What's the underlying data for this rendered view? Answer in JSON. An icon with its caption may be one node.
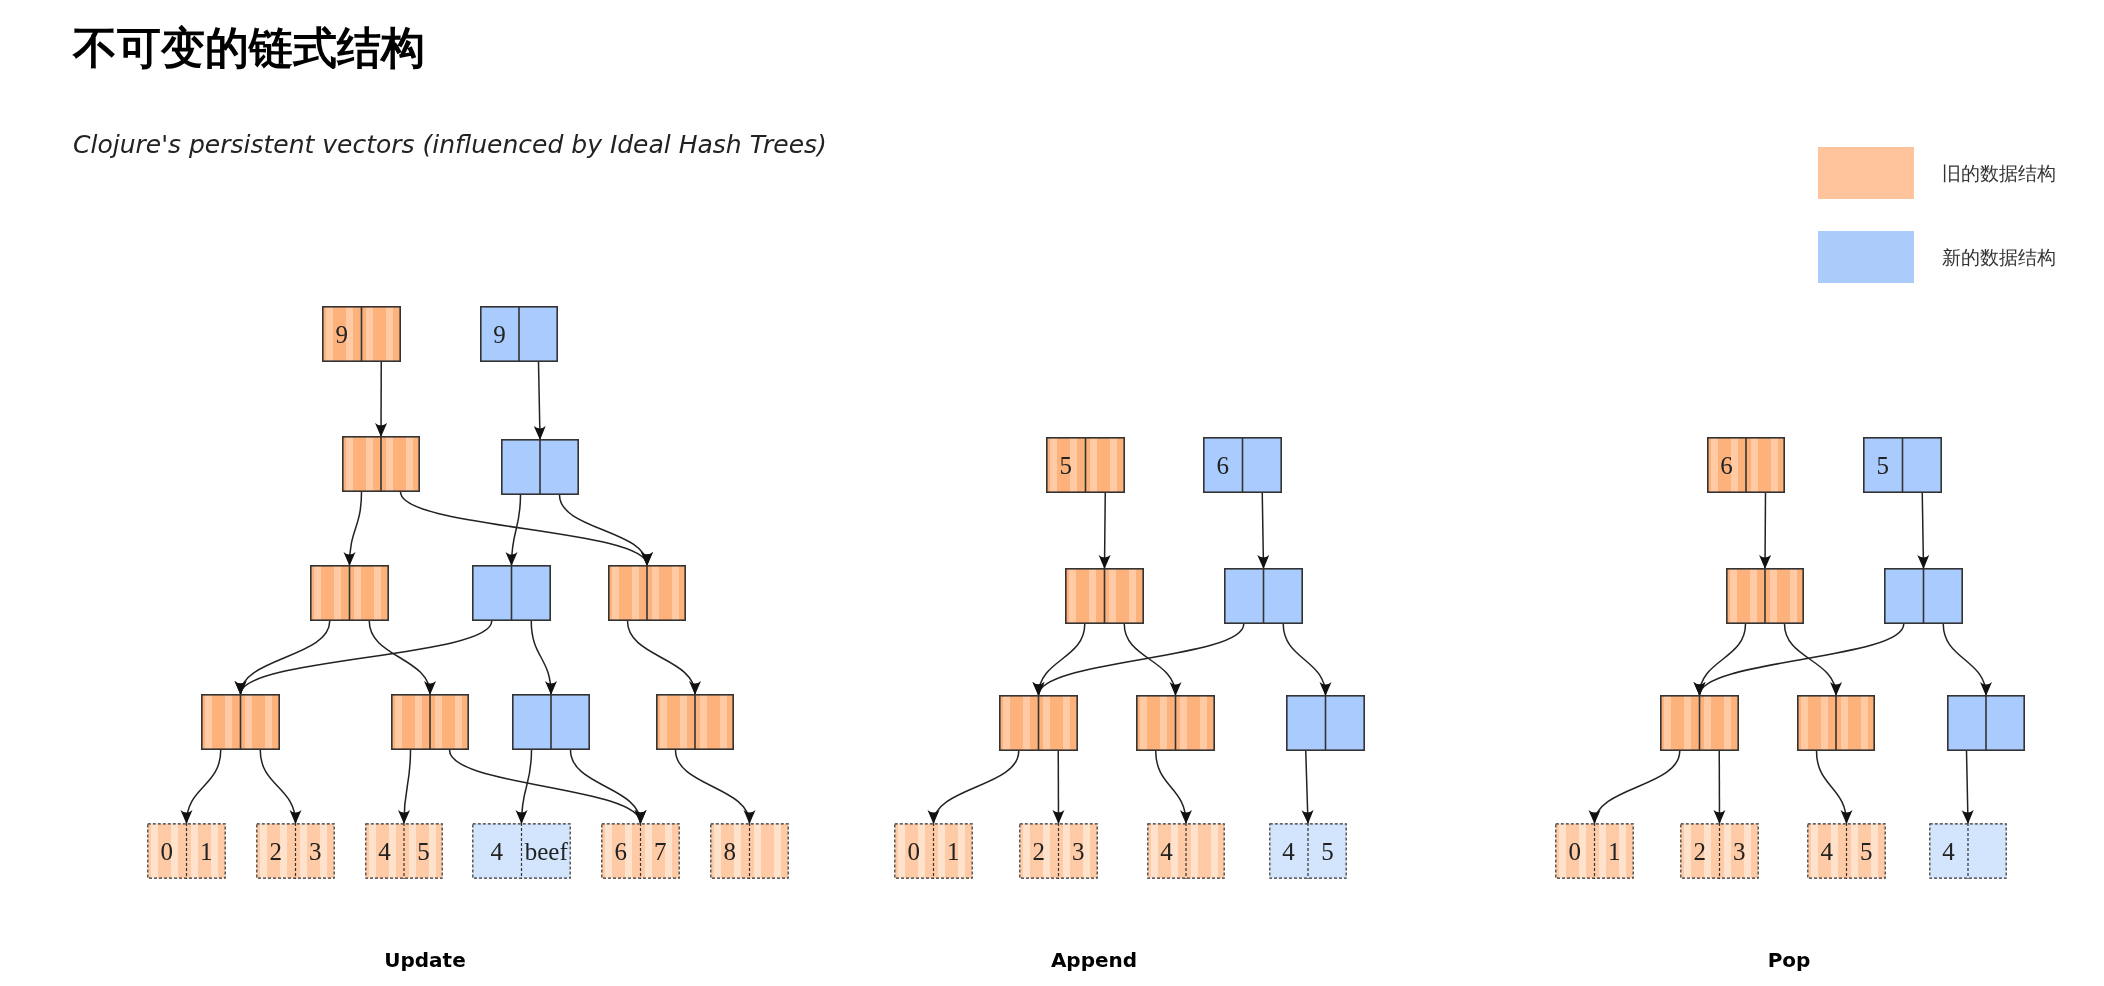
{
  "diagram": {
    "title": "不可变的链式结构",
    "nodes": [
      {
        "text": [
          "9"
        ]
      },
      {
        "text": [
          "9"
        ]
      },
      {
        "text": [],
        "shape": "box"
      },
      {
        "text": [],
        "shape": "box"
      },
      {
        "text": [],
        "shape": "box"
      },
      {
        "text": [],
        "shape": "box"
      },
      {
        "text": [],
        "shape": "box"
      },
      {
        "text": [],
        "shape": "box"
      },
      {
        "text": [],
        "shape": "box"
      },
      {
        "text": [],
        "shape": "box"
      },
      {
        "text": [],
        "shape": "box"
      },
      {
        "text": [
          "0",
          "1"
        ]
      },
      {
        "text": [
          "2",
          "3"
        ]
      },
      {
        "text": [
          "4",
          "5"
        ]
      },
      {
        "text": [
          "4",
          "beef"
        ]
      },
      {
        "text": [
          "6",
          "7"
        ]
      },
      {
        "text": [
          "8"
        ]
      },
      {
        "text": [
          "5"
        ]
      },
      {
        "text": [
          "6"
        ]
      },
      {
        "text": [],
        "shape": "box"
      },
      {
        "text": [],
        "shape": "box"
      },
      {
        "text": [],
        "shape": "box"
      },
      {
        "text": [],
        "shape": "box"
      },
      {
        "text": [],
        "shape": "box"
      },
      {
        "text": [
          "0",
          "1"
        ]
      },
      {
        "text": [
          "2",
          "3"
        ]
      },
      {
        "text": [
          "4"
        ]
      },
      {
        "text": [
          "4",
          "5"
        ]
      },
      {
        "text": [
          "6"
        ]
      },
      {
        "text": [
          "5"
        ]
      },
      {
        "text": [],
        "shape": "box"
      },
      {
        "text": [],
        "shape": "box"
      },
      {
        "text": [],
        "shape": "box"
      },
      {
        "text": [],
        "shape": "box"
      },
      {
        "text": [],
        "shape": "box"
      },
      {
        "text": [
          "0",
          "1"
        ]
      },
      {
        "text": [
          "2",
          "3"
        ]
      },
      {
        "text": [
          "4",
          "5"
        ]
      },
      {
        "text": [
          "4"
        ]
      }
    ],
    "edges": [
      {
        "from": 0,
        "to": 2,
        "arrow": "to"
      },
      {
        "from": 1,
        "to": 3,
        "arrow": "to"
      },
      {
        "from": 2,
        "to": 4,
        "arrow": "to"
      },
      {
        "from": 2,
        "to": 6,
        "arrow": "to"
      },
      {
        "from": 3,
        "to": 5,
        "arrow": "to"
      },
      {
        "from": 3,
        "to": 6,
        "arrow": "to"
      },
      {
        "from": 4,
        "to": 7,
        "arrow": "to"
      },
      {
        "from": 4,
        "to": 8,
        "arrow": "to"
      },
      {
        "from": 5,
        "to": 7,
        "arrow": "to"
      },
      {
        "from": 5,
        "to": 9,
        "arrow": "to"
      },
      {
        "from": 6,
        "to": 10,
        "arrow": "to"
      },
      {
        "from": 7,
        "to": 11,
        "arrow": "to"
      },
      {
        "from": 7,
        "to": 12,
        "arrow": "to"
      },
      {
        "from": 8,
        "to": 13,
        "arrow": "to"
      },
      {
        "from": 8,
        "to": 15,
        "arrow": "to"
      },
      {
        "from": 9,
        "to": 14,
        "arrow": "to"
      },
      {
        "from": 9,
        "to": 15,
        "arrow": "to"
      },
      {
        "from": 10,
        "to": 16,
        "arrow": "to"
      },
      {
        "from": 17,
        "to": 19,
        "arrow": "to"
      },
      {
        "from": 18,
        "to": 20,
        "arrow": "to"
      },
      {
        "from": 19,
        "to": 21,
        "arrow": "to"
      },
      {
        "from": 19,
        "to": 22,
        "arrow": "to"
      },
      {
        "from": 20,
        "to": 21,
        "arrow": "to"
      },
      {
        "from": 20,
        "to": 23,
        "arrow": "to"
      },
      {
        "from": 21,
        "to": 24,
        "arrow": "to"
      },
      {
        "from": 21,
        "to": 25,
        "arrow": "to"
      },
      {
        "from": 22,
        "to": 26,
        "arrow": "to"
      },
      {
        "from": 23,
        "to": 27,
        "arrow": "to"
      },
      {
        "from": 28,
        "to": 30,
        "arrow": "to"
      },
      {
        "from": 29,
        "to": 31,
        "arrow": "to"
      },
      {
        "from": 30,
        "to": 32,
        "arrow": "to"
      },
      {
        "from": 30,
        "to": 33,
        "arrow": "to"
      },
      {
        "from": 31,
        "to": 32,
        "arrow": "to"
      },
      {
        "from": 31,
        "to": 34,
        "arrow": "to"
      },
      {
        "from": 32,
        "to": 35,
        "arrow": "to"
      },
      {
        "from": 32,
        "to": 36,
        "arrow": "to"
      },
      {
        "from": 33,
        "to": 37,
        "arrow": "to"
      },
      {
        "from": 34,
        "to": 38,
        "arrow": "to"
      }
    ],
    "labels": [
      "Clojure's persistent vectors (influenced by Ideal Hash Trees)",
      "Update",
      "Append",
      "Pop"
    ],
    "legend": [
      {
        "text": "旧的数据结构",
        "color": "#ffc49c"
      },
      {
        "text": "新的数据结构",
        "color": "#abcbfb"
      }
    ]
  }
}
